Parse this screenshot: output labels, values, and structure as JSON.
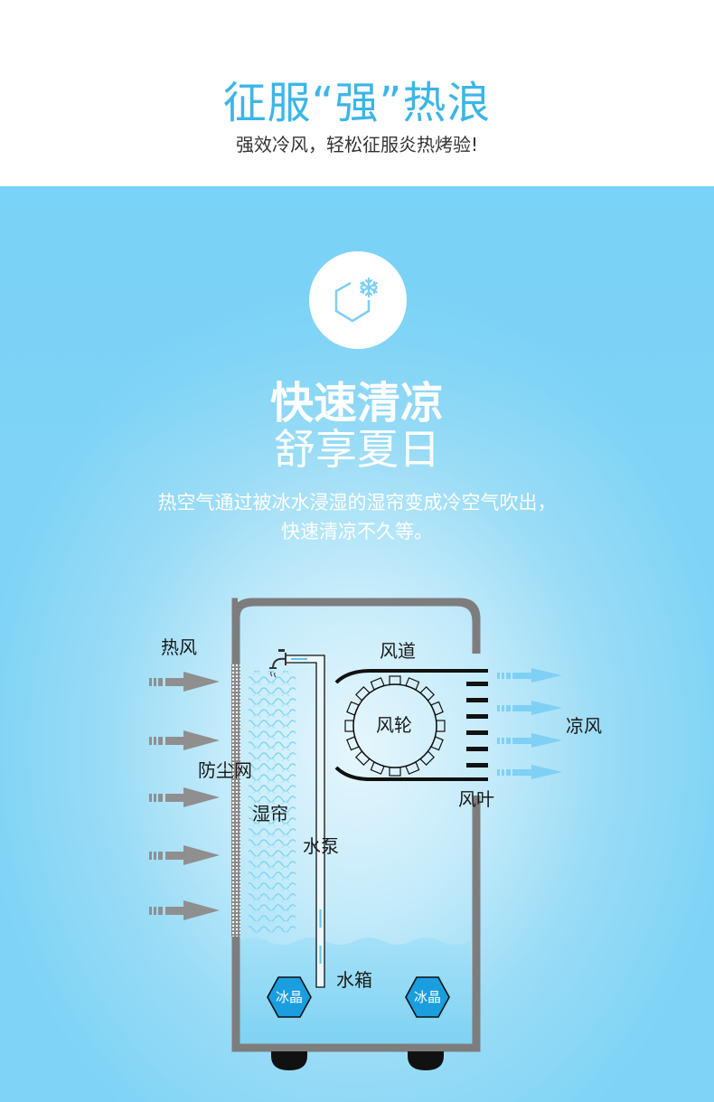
{
  "header": {
    "title": "征服“强”热浪",
    "subtitle": "强效冷风，轻松征服炎热烤验!"
  },
  "panel": {
    "icon": "snowflake-hexagon-icon",
    "headline": "快速清凉",
    "subheadline": "舒享夏日",
    "description_line1": "热空气通过被冰水浸湿的湿帘变成冷空气吹出，",
    "description_line2": "快速清凉不久等。"
  },
  "diagram": {
    "labels": {
      "hot_air": "热风",
      "air_duct": "风道",
      "fan_wheel": "风轮",
      "cool_air": "凉风",
      "dust_filter": "防尘网",
      "fan_blade": "风叶",
      "wet_curtain": "湿帘",
      "water_pump": "水泵",
      "water_tank": "水箱",
      "ice_crystal_left": "冰晶",
      "ice_crystal_right": "冰晶"
    },
    "hot_air_arrows": 5,
    "cool_air_arrows": 4,
    "colors": {
      "body": "#7d7d7d",
      "hot_arrow": "#8f8f8f",
      "cool_arrow": "#7fd0f4",
      "ice": "#1a9ee0",
      "title_accent": "#3bb6e8"
    }
  }
}
